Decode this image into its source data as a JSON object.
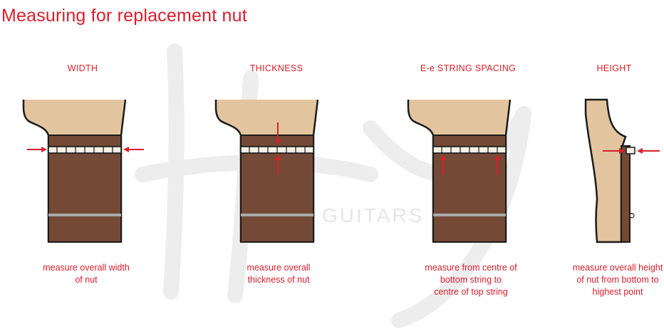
{
  "title": "Measuring for replacement nut",
  "watermark_text": "GUITARS",
  "colors": {
    "accent": "#d81e2a",
    "headstock": "#e2c59e",
    "fretboard": "#744a36",
    "nut": "#f4f0e6",
    "outline": "#1b1b1b",
    "fret": "#a9a9a9"
  },
  "panels": [
    {
      "label": "WIDTH",
      "caption": "measure overall width\nof nut"
    },
    {
      "label": "THICKNESS",
      "caption": "measure overall\nthickness of nut"
    },
    {
      "label": "E-e STRING SPACING",
      "caption": "measure from centre of\nbottom string to\ncentre of top string"
    },
    {
      "label": "HEIGHT",
      "caption": "measure overall height\nof nut from bottom to\nhighest point"
    }
  ]
}
